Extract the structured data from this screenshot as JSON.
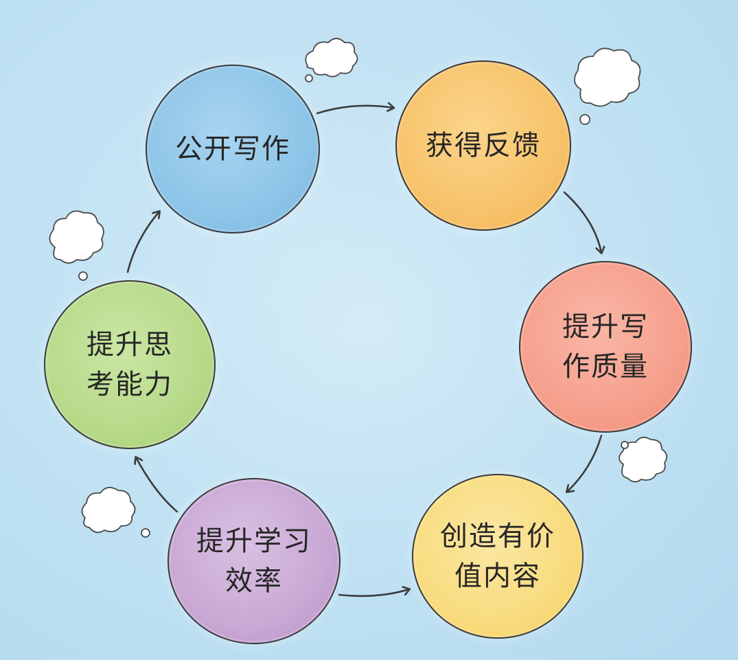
{
  "nodes": [
    {
      "id": "public-writing",
      "lines": [
        "公开写作"
      ],
      "color": "#8ec5e8",
      "edge": "#5f9fd0"
    },
    {
      "id": "get-feedback",
      "lines": [
        "获得反馈"
      ],
      "color": "#f7c36b",
      "edge": "#e9a646"
    },
    {
      "id": "improve-writing-quality",
      "lines": [
        "提升写",
        "作质量"
      ],
      "color": "#f6a08d",
      "edge": "#e97e6b"
    },
    {
      "id": "create-valuable-content",
      "lines": [
        "创造有价",
        "值内容"
      ],
      "color": "#f8dc7f",
      "edge": "#edc553"
    },
    {
      "id": "improve-learning-efficiency",
      "lines": [
        "提升学习",
        "效率"
      ],
      "color": "#c9a8d4",
      "edge": "#a983bb"
    },
    {
      "id": "improve-thinking-ability",
      "lines": [
        "提升思",
        "考能力"
      ],
      "color": "#b7da8a",
      "edge": "#8fc25d"
    }
  ]
}
